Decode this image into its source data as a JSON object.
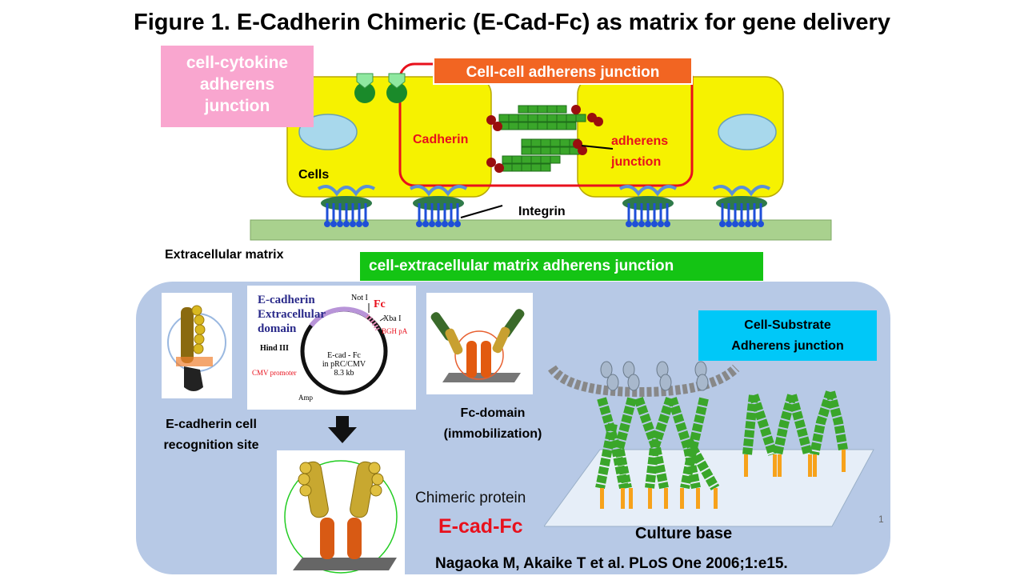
{
  "title": "Figure 1. E-Cadherin Chimeric (E-Cad-Fc) as matrix for gene delivery",
  "top_diagram": {
    "cell_cytokine_label": [
      "cell-cytokine",
      "adherens",
      "junction"
    ],
    "cell_cell_label": "Cell-cell  adherens  junction",
    "cadherin_label": "Cadherin",
    "adherens_junction_label": [
      "adherens",
      "junction"
    ],
    "cells_label": "Cells",
    "integrin_label": "Integrin",
    "ecm_label": "Extracellular  matrix",
    "ecm_junction_label": "cell-extracellular  matrix  adherens  junction"
  },
  "bottom_panel": {
    "ecad_site_label": [
      "E-cadherin  cell",
      "recognition site"
    ],
    "plasmid": {
      "domain_label": [
        "E-cadherin",
        "Extracellular",
        "domain"
      ],
      "not1": "Not I",
      "fc": "Fc",
      "xba1": "Xba I",
      "bgh": "BGH pA",
      "hind3": "Hind III",
      "center": [
        "E-cad - Fc",
        "in pRC/CMV",
        "8.3 kb"
      ],
      "cmv": "CMV promoter",
      "amp": "Amp"
    },
    "fc_domain_label": [
      "Fc-domain",
      "(immobilization)"
    ],
    "chimeric_label": "Chimeric protein",
    "ecad_fc_label": "E-cad-Fc",
    "cell_substrate_label": [
      "Cell-Substrate",
      "Adherens junction"
    ],
    "culture_base_label": "Culture base",
    "page_number": "1",
    "citation": "Nagaoka M, Akaike T et al. PLoS One 2006;1:e15."
  },
  "colors": {
    "cell_fill": "#f6f200",
    "red_outline": "#e8101c",
    "orange_box": "#f26522",
    "pink_box": "#f9a6cf",
    "green_box": "#14c414",
    "cyan_box": "#00c8f8",
    "panel_bg": "#b7c9e6",
    "ecm_bar": "#a9d18e",
    "cadherin_green": "#3aa62a",
    "integrin_blue": "#1f4fd8",
    "culture_orange": "#f7a21b"
  }
}
